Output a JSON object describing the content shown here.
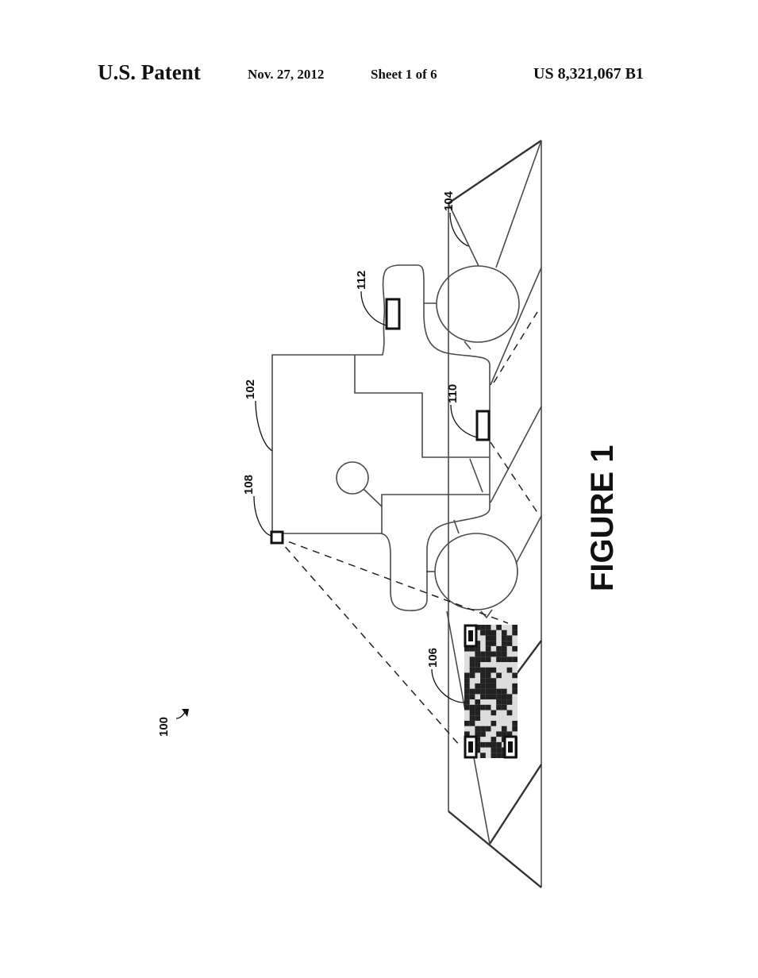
{
  "header": {
    "title": "U.S. Patent",
    "date": "Nov. 27, 2012",
    "sheet": "Sheet 1 of 6",
    "patent_number": "US 8,321,067 B1"
  },
  "figure": {
    "title": "FIGURE 1",
    "labels": {
      "system": "100",
      "vehicle": "102",
      "ground": "104",
      "code": "106",
      "sensor_rear": "108",
      "sensor_bottom": "110",
      "sensor_front": "112"
    }
  }
}
